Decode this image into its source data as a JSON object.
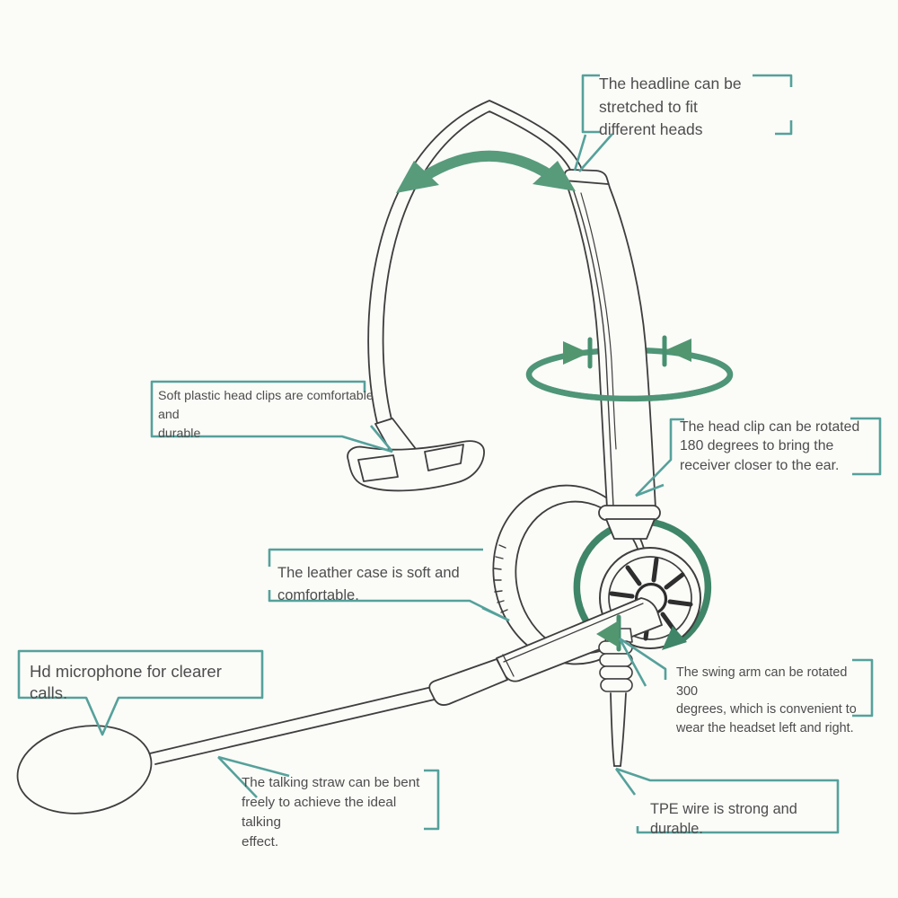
{
  "figure": {
    "subject": "mono office headset line drawing with feature annotations",
    "icons": {
      "stretch_arrow": "curved-double-headed-arrow",
      "headband_rotate": "ellipse-with-inward-arrows",
      "swing_rotate": "circular-rotation-arrow"
    }
  },
  "colors": {
    "background": "#fbfbf8",
    "line_art": "#3e3e3e",
    "callout_teal": "#55a19b",
    "arrow_green": "#579b7b",
    "arrow_green_dark": "#3f8568",
    "text": "#4d4d4d"
  },
  "callouts": {
    "headline": {
      "text": "The headline can be\nstretched to fit\ndifferent heads"
    },
    "head_clips": {
      "text": "Soft plastic head clips are comfortable and\ndurable"
    },
    "head_clip_rotate": {
      "text": "The head clip can be rotated\n180 degrees to bring the\nreceiver closer to the ear."
    },
    "leather_case": {
      "text": "The leather case is soft and\ncomfortable."
    },
    "microphone": {
      "text": "Hd microphone for clearer calls."
    },
    "swing_arm": {
      "text": "The swing arm can be rotated 300\ndegrees, which is convenient to\nwear the headset left and right."
    },
    "talking_straw": {
      "text": "The talking straw can be bent\nfreely to achieve the ideal talking\neffect."
    },
    "tpe_wire": {
      "text": "TPE wire is strong and durable."
    }
  }
}
